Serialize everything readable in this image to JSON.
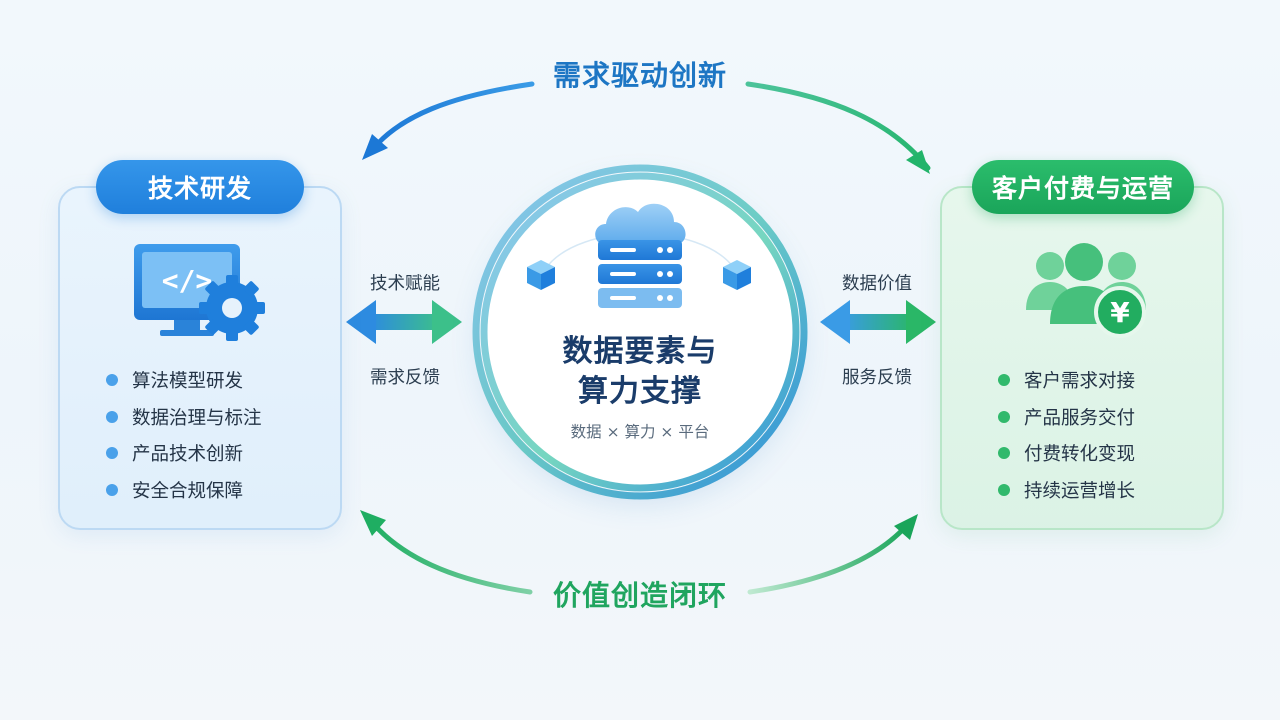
{
  "cycle": {
    "top_label": "需求驱动创新",
    "bottom_label": "价值创造闭环"
  },
  "left_panel": {
    "title": "技术研发",
    "icon": "code-monitor-gear-icon",
    "items": [
      "算法模型研发",
      "数据治理与标注",
      "产品技术创新",
      "安全合规保障"
    ]
  },
  "right_panel": {
    "title": "客户付费与运营",
    "icon": "users-yuan-icon",
    "items": [
      "客户需求对接",
      "产品服务交付",
      "付费转化变现",
      "持续运营增长"
    ]
  },
  "center": {
    "title_line1": "数据要素与",
    "title_line2": "算力支撑",
    "subtitle": "数据 × 算力 × 平台",
    "icon": "cloud-server-icon"
  },
  "left_exchange": {
    "top": "技术赋能",
    "bottom": "需求反馈"
  },
  "right_exchange": {
    "top": "数据价值",
    "bottom": "服务反馈"
  },
  "colors": {
    "blue": "#1f7fdc",
    "green": "#1aa55a",
    "dark_text": "#1a3c6a"
  }
}
